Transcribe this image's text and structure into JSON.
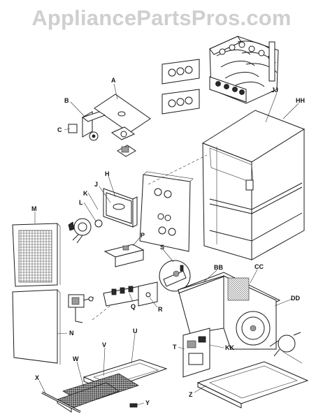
{
  "watermark": "AppliancePartsPros.com",
  "labels": {
    "A": "A",
    "B": "B",
    "C": "C",
    "H": "H",
    "J": "J",
    "K": "K",
    "L": "L",
    "M": "M",
    "N": "N",
    "P": "P",
    "Q": "Q",
    "R": "R",
    "S": "S",
    "T": "T",
    "U": "U",
    "V": "V",
    "W": "W",
    "X": "X",
    "Y": "Y",
    "Z": "Z",
    "BB": "BB",
    "CC": "CC",
    "DD": "DD",
    "HH": "HH",
    "JJ": "JJ",
    "KK": "KK"
  }
}
